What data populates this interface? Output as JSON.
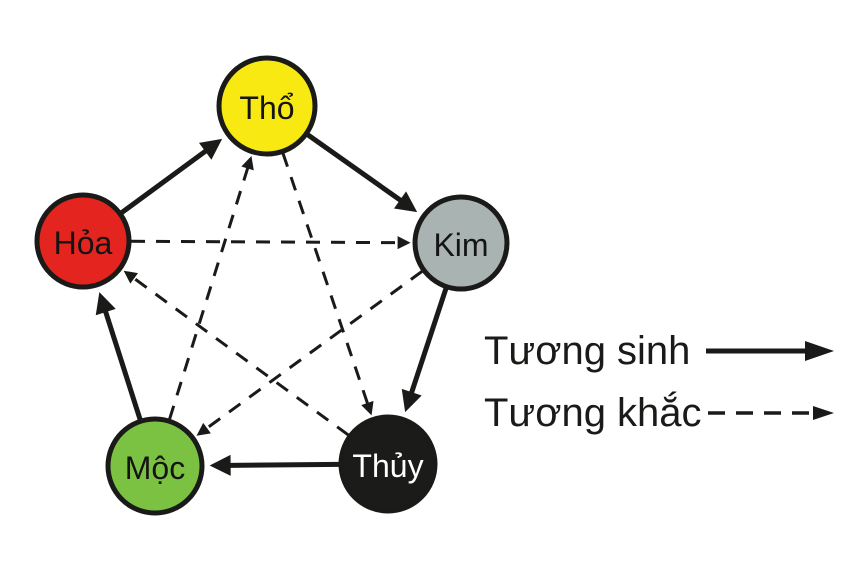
{
  "nodes": [
    {
      "id": "tho",
      "label": "Thổ",
      "color": "#f8e912",
      "text_color": "#141414"
    },
    {
      "id": "kim",
      "label": "Kim",
      "color": "#a9b3b2",
      "text_color": "#141414"
    },
    {
      "id": "thuy",
      "label": "Thủy",
      "color": "#1b1b19",
      "text_color": "#ffffff"
    },
    {
      "id": "moc",
      "label": "Mộc",
      "color": "#7cc242",
      "text_color": "#141414"
    },
    {
      "id": "hoa",
      "label": "Hỏa",
      "color": "#e4251f",
      "text_color": "#141414"
    }
  ],
  "edges": {
    "sinh": [
      [
        "moc",
        "hoa"
      ],
      [
        "hoa",
        "tho"
      ],
      [
        "tho",
        "kim"
      ],
      [
        "kim",
        "thuy"
      ],
      [
        "thuy",
        "moc"
      ]
    ],
    "khac": [
      [
        "hoa",
        "kim"
      ],
      [
        "tho",
        "thuy"
      ],
      [
        "kim",
        "moc"
      ],
      [
        "moc",
        "tho"
      ],
      [
        "thuy",
        "hoa"
      ]
    ]
  },
  "legend": {
    "sinh_label": "Tương sinh",
    "khac_label": "Tương khắc"
  },
  "colors": {
    "line": "#1a1a18",
    "background": "#ffffff"
  }
}
